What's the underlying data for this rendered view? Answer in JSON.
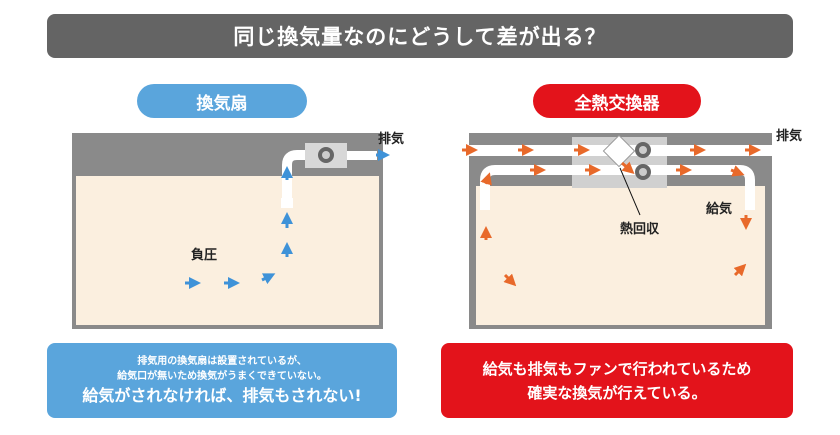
{
  "title": "同じ換気量なのにどうして差が出る？",
  "left": {
    "label": "換気扇",
    "exhaust": "排気",
    "pressure": "負圧",
    "note_line1": "排気用の換気扇は設置されているが、",
    "note_line2": "給気口が無いため換気がうまくできていない。",
    "note_emphasis": "給気がされなければ、排気もされない!"
  },
  "right": {
    "label": "全熱交換器",
    "exhaust": "排気",
    "supply": "給気",
    "heat_recovery": "熱回収",
    "note_line1": "給気も排気もファンで行われているため",
    "note_line2": "確実な換気が行えている。"
  },
  "colors": {
    "blue": "#5aa5dc",
    "red": "#e3131b",
    "arrow_orange": "#e8692a",
    "arrow_blue": "#3e92d8",
    "wall": "#8a8a8a",
    "room": "#fbefdf"
  }
}
